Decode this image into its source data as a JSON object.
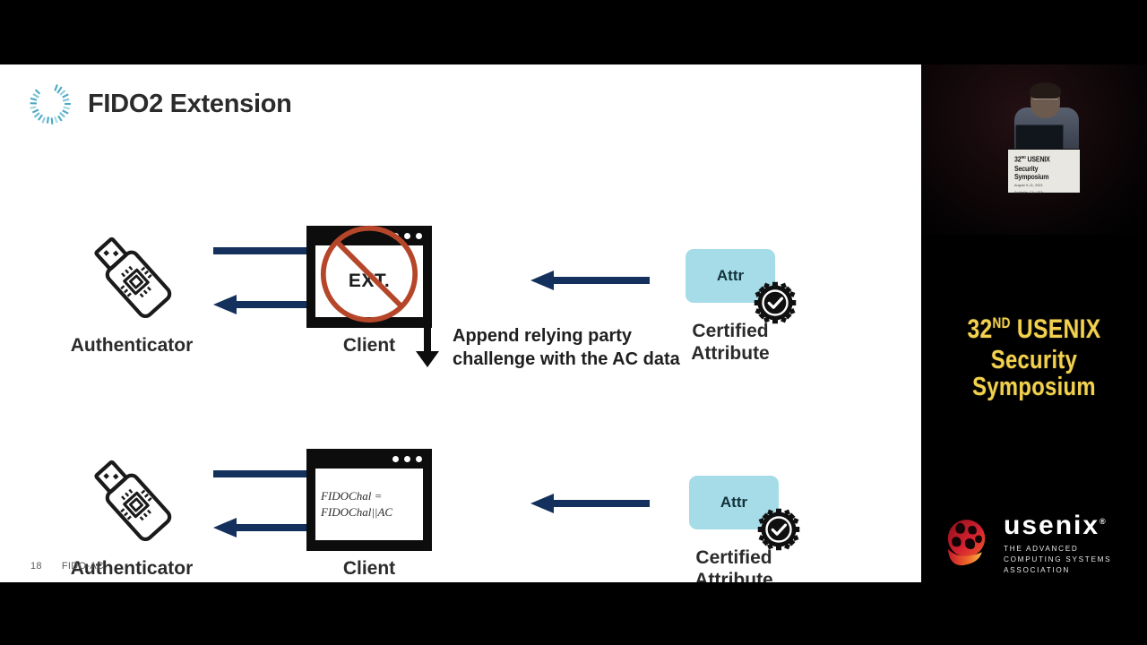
{
  "slide": {
    "title": "FIDO2 Extension",
    "logo_icon": "radial-dashed-circle-logo",
    "footer": {
      "page_number": "18",
      "deck_name": "FIDO-AC"
    },
    "annotation": {
      "arrow_icon": "down-arrow-icon",
      "text": "Append relying party\nchallenge with the AC data"
    },
    "rows": [
      {
        "id": "row-top",
        "authenticator": {
          "label": "Authenticator",
          "icon": "usb-security-key-icon"
        },
        "arrows": [
          {
            "name": "authenticator-to-client-arrow",
            "direction": "right"
          },
          {
            "name": "client-to-authenticator-arrow",
            "direction": "left"
          },
          {
            "name": "attribute-to-client-arrow",
            "direction": "left"
          }
        ],
        "client": {
          "label": "Client",
          "screen_text": "EXT.",
          "screen_kind": "text",
          "blocked": true,
          "blocked_icon": "prohibition-sign-icon",
          "dots": 3
        },
        "certified_attribute": {
          "box_text": "Attr",
          "label": "Certified\nAttribute",
          "badge_icon": "certified-check-badge-icon"
        }
      },
      {
        "id": "row-bottom",
        "authenticator": {
          "label": "Authenticator",
          "icon": "usb-security-key-icon"
        },
        "arrows": [
          {
            "name": "authenticator-to-client-arrow",
            "direction": "right"
          },
          {
            "name": "client-to-authenticator-arrow",
            "direction": "left"
          },
          {
            "name": "attribute-to-client-arrow",
            "direction": "left"
          }
        ],
        "client": {
          "label": "Client",
          "screen_text": "FIDOChal =\nFIDOChal||AC",
          "screen_kind": "formula",
          "blocked": false,
          "dots": 3
        },
        "certified_attribute": {
          "box_text": "Attr",
          "label": "Certified\nAttribute",
          "badge_icon": "certified-check-badge-icon"
        }
      }
    ]
  },
  "right_panel": {
    "video": {
      "name": "speaker-video",
      "podium_sign": {
        "line1_num": "32",
        "line1_sup": "ND",
        "line1_rest": " USENIX",
        "line2": "Security Symposium",
        "line3": "August 9–11, 2023",
        "line4": "Anaheim, CA, USA"
      }
    },
    "wordmark": {
      "line1_num": "32",
      "line1_sup": "ND",
      "line1_rest": " USENIX",
      "line2": "Security Symposium"
    },
    "usenix_logo": {
      "word": "usenix",
      "registered": "®",
      "tagline": "THE ADVANCED\nCOMPUTING SYSTEMS\nASSOCIATION",
      "mark_icon": "usenix-globe-mark-icon"
    }
  },
  "colors": {
    "arrow_navy": "#13315c",
    "attr_blue": "#a5dce8",
    "prohibition_red": "#b5462a",
    "gold": "#f2d14f",
    "logo_teal": "#3fa8c4"
  }
}
